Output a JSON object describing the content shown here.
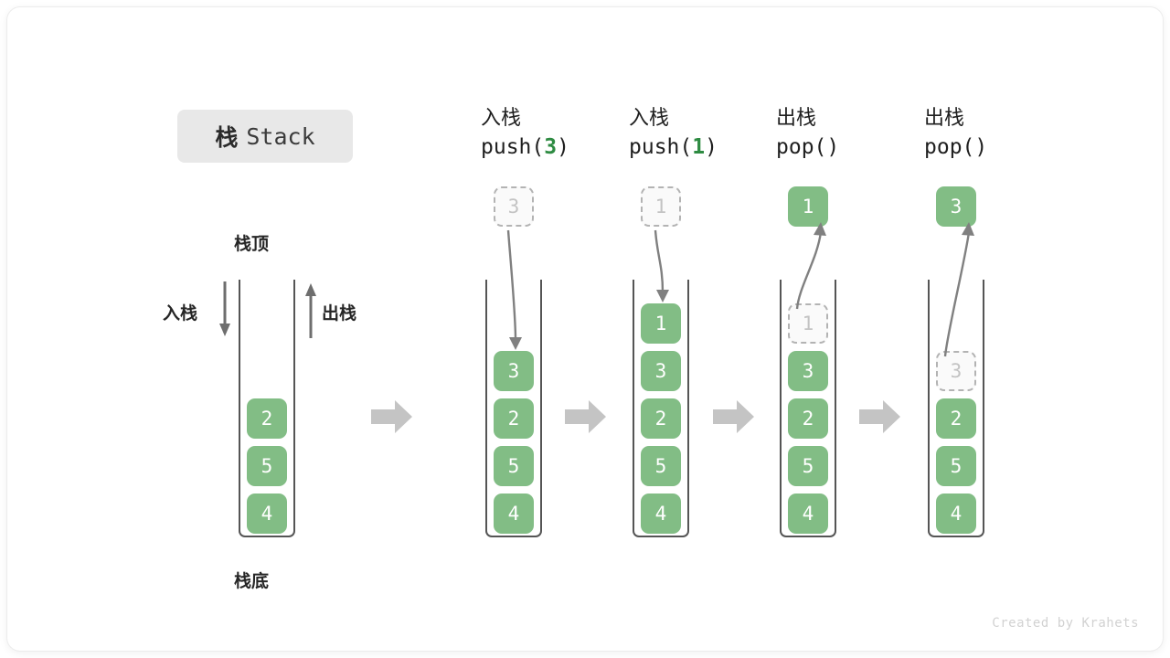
{
  "title": {
    "cn": "栈",
    "en": "Stack"
  },
  "labels": {
    "top": "栈顶",
    "bottom": "栈底",
    "push": "入栈",
    "pop": "出栈"
  },
  "footer": "Created by Krahets",
  "colors": {
    "cell_fill": "#82bd85",
    "cell_text": "#ffffff",
    "ghost_fill": "#fafafa",
    "ghost_border": "#b3b3b3",
    "ghost_text": "#c3c3c3",
    "tube_stroke": "#555555",
    "arrow_gray": "#808080",
    "block_arrow": "#c4c4c4",
    "badge_bg": "#e8e8e8",
    "accent_green": "#2e8b42"
  },
  "initial_stack": {
    "cells": [
      "2",
      "5",
      "4"
    ],
    "push_label": "入栈",
    "pop_label": "出栈"
  },
  "stages": [
    {
      "op_cn": "入栈",
      "op_name": "push",
      "op_arg": "3",
      "op_text": "push(3)",
      "float_value": "3",
      "float_kind": "ghost",
      "cells": [
        "3",
        "2",
        "5",
        "4"
      ],
      "ghost_top": null
    },
    {
      "op_cn": "入栈",
      "op_name": "push",
      "op_arg": "1",
      "op_text": "push(1)",
      "float_value": "1",
      "float_kind": "ghost",
      "cells": [
        "1",
        "3",
        "2",
        "5",
        "4"
      ],
      "ghost_top": null
    },
    {
      "op_cn": "出栈",
      "op_name": "pop",
      "op_arg": "",
      "op_text": "pop()",
      "float_value": "1",
      "float_kind": "solid",
      "cells": [
        "3",
        "2",
        "5",
        "4"
      ],
      "ghost_top": "1"
    },
    {
      "op_cn": "出栈",
      "op_name": "pop",
      "op_arg": "",
      "op_text": "pop()",
      "float_value": "3",
      "float_kind": "solid",
      "cells": [
        "2",
        "5",
        "4"
      ],
      "ghost_top": "3"
    }
  ]
}
